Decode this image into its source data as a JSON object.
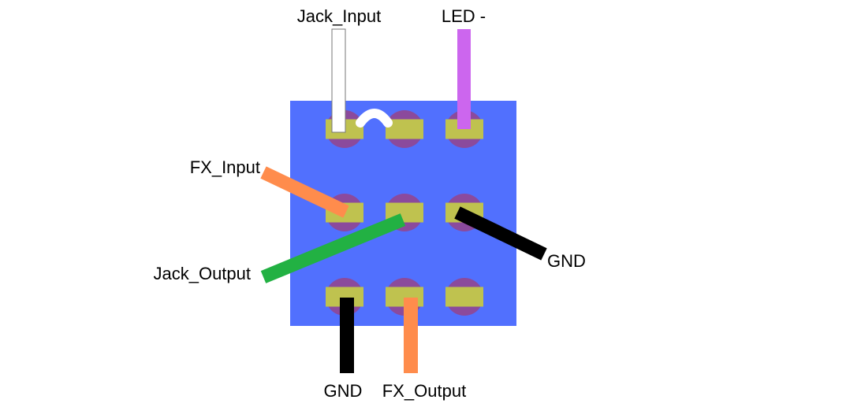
{
  "colors": {
    "board": "#5170fe",
    "pad_ring": "#8b4a9c",
    "pad": "#bfc24f",
    "wire_white": "#ffffff",
    "wire_white_stroke": "#777777",
    "wire_purple": "#cc66ee",
    "wire_orange": "#ff8c4c",
    "wire_green": "#22b143",
    "wire_black": "#000000"
  },
  "pads": [
    {
      "id": "r1c1",
      "row": 1,
      "col": 1
    },
    {
      "id": "r1c2",
      "row": 1,
      "col": 2
    },
    {
      "id": "r1c3",
      "row": 1,
      "col": 3
    },
    {
      "id": "r2c1",
      "row": 2,
      "col": 1
    },
    {
      "id": "r2c2",
      "row": 2,
      "col": 2
    },
    {
      "id": "r2c3",
      "row": 2,
      "col": 3
    },
    {
      "id": "r3c1",
      "row": 3,
      "col": 1
    },
    {
      "id": "r3c2",
      "row": 3,
      "col": 2
    },
    {
      "id": "r3c3",
      "row": 3,
      "col": 3
    }
  ],
  "wires": [
    {
      "id": "jack-input",
      "label": "Jack_Input",
      "pad": "r1c1",
      "color": "white"
    },
    {
      "id": "led-minus",
      "label": "LED -",
      "pad": "r1c3",
      "color": "purple"
    },
    {
      "id": "fx-input",
      "label": "FX_Input",
      "pad": "r2c1",
      "color": "orange"
    },
    {
      "id": "jack-output",
      "label": "Jack_Output",
      "pad": "r2c2",
      "color": "green"
    },
    {
      "id": "gnd-right",
      "label": "GND",
      "pad": "r2c3",
      "color": "black"
    },
    {
      "id": "gnd-bottom",
      "label": "GND",
      "pad": "r3c1",
      "color": "black"
    },
    {
      "id": "fx-output",
      "label": "FX_Output",
      "pad": "r3c2",
      "color": "orange"
    }
  ],
  "jumper": {
    "from": "r1c1",
    "to": "r1c2",
    "color": "white"
  }
}
